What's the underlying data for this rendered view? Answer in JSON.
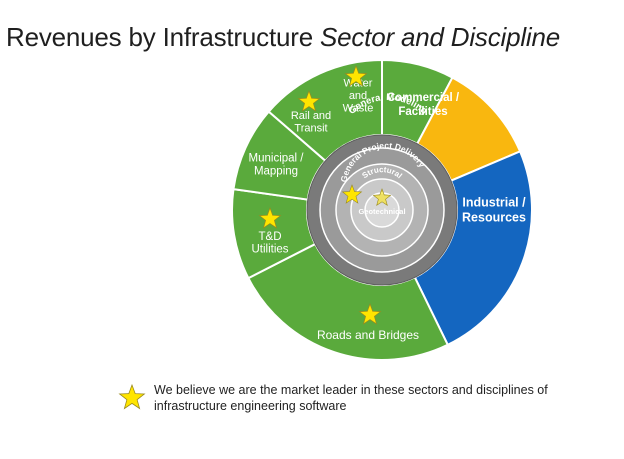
{
  "title": {
    "main": "Revenues by Infrastructure ",
    "emphasis": "Sector and Discipline"
  },
  "colors": {
    "green": "#5aaa3c",
    "yellow": "#f9b70f",
    "blue": "#1466c0",
    "star": "#ffe500"
  },
  "sectors": [
    {
      "key": "water",
      "lines": [
        "Water",
        "and",
        "Waste"
      ],
      "star": true
    },
    {
      "key": "commercial",
      "lines": [
        "Commercial /",
        "Facilities"
      ],
      "star": false
    },
    {
      "key": "industrial",
      "lines": [
        "Industrial /",
        "Resources"
      ],
      "star": false
    },
    {
      "key": "roads",
      "lines": [
        "Roads and Bridges"
      ],
      "star": true
    },
    {
      "key": "td",
      "lines": [
        "T&D",
        "Utilities"
      ],
      "star": true
    },
    {
      "key": "municipal",
      "lines": [
        "Municipal /",
        "Mapping"
      ],
      "star": false
    },
    {
      "key": "rail",
      "lines": [
        "Rail and",
        "Transit"
      ],
      "star": true
    }
  ],
  "disciplines": [
    {
      "key": "general-modeling",
      "label": "General Modeling",
      "star": false
    },
    {
      "key": "general-project-delivery",
      "label": "General Project Delivery",
      "star": false
    },
    {
      "key": "structural",
      "label": "Structural",
      "star": true
    },
    {
      "key": "geotechnical",
      "label": "Geotechnical",
      "star": true
    }
  ],
  "legend": {
    "text": "We believe we are the market leader in these sectors and disciplines of infrastructure engineering software"
  }
}
